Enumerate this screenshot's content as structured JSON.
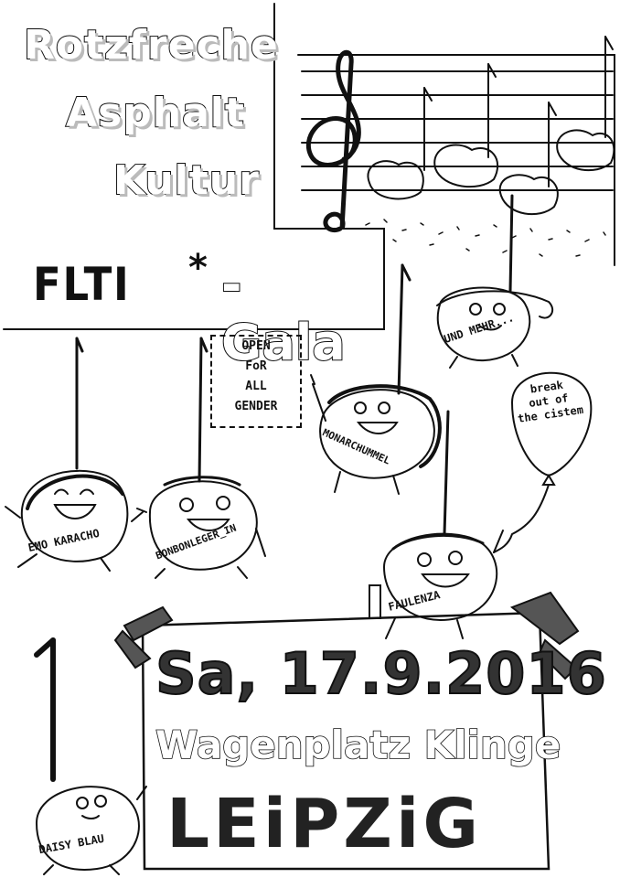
{
  "title": {
    "line1": "Rotzfreche",
    "line2": "Asphalt",
    "line3": "Kultur"
  },
  "gala": {
    "flti": "FLTI",
    "asterisk": "*",
    "gala": "- Gala"
  },
  "open_sign": {
    "line1": "OPEN",
    "line2": "FoR",
    "line3": "ALL",
    "line4": "GENDER"
  },
  "balloon": {
    "line1": "break",
    "line2": "out of",
    "line3": "the cistem"
  },
  "characters": {
    "und_mehr": "UND MEHR...",
    "monarchummel": "MONARCHUMMEL",
    "emo_karacho": "EMO KARACHO",
    "bonbonleger": "BONBONLEGER_IN",
    "faulenza": "FAULENZA",
    "daisy_blau": "DAISY BLAU"
  },
  "event": {
    "date": "Sa, 17.9.2016",
    "venue": "Wagenplatz Klinge",
    "city": "LEiPZiG"
  },
  "colors": {
    "ink": "#111111",
    "paper": "#ffffff",
    "shade": "#bbbbbb"
  }
}
